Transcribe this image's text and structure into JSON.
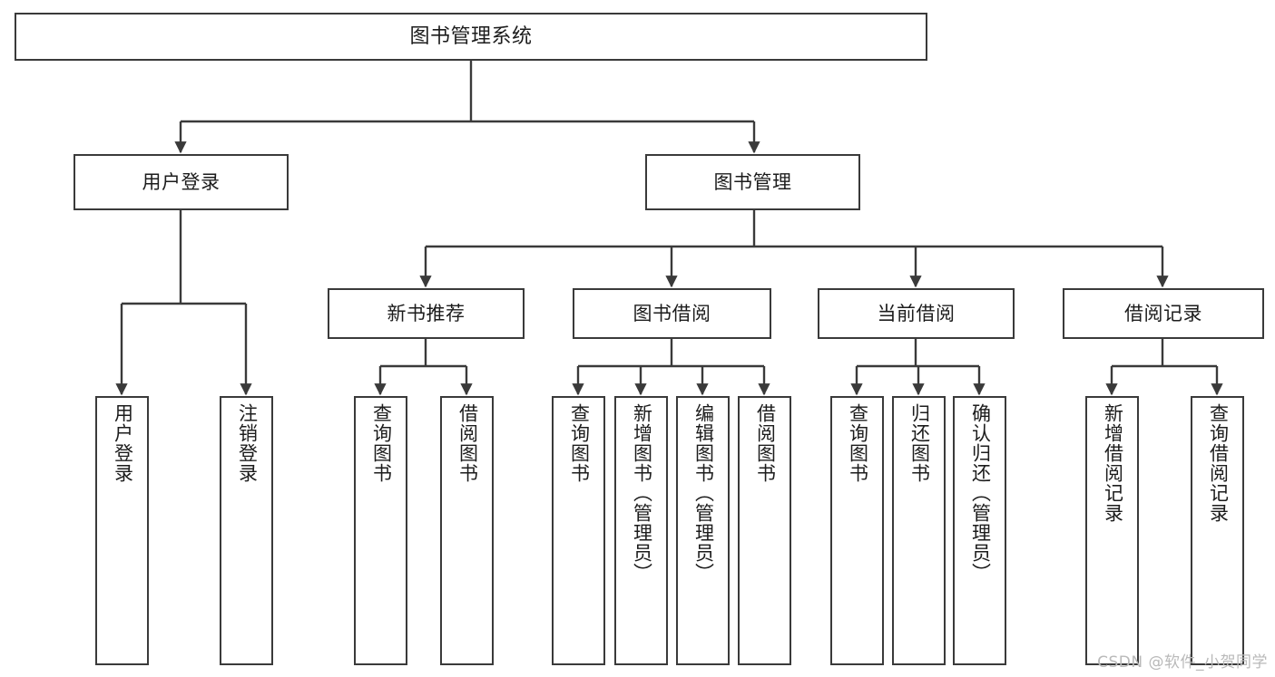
{
  "diagram": {
    "title": "图书管理系统",
    "watermark": "CSDN @软件_小贺同学",
    "edge_color": "#3a3a3a",
    "box_border_color": "#3a3a3a",
    "box_fill_color": "#ffffff",
    "background_color": "#ffffff"
  },
  "nodes": {
    "root": {
      "label": "图书管理系统"
    },
    "level2": [
      {
        "id": "user-login",
        "label": "用户登录"
      },
      {
        "id": "book-manage",
        "label": "图书管理"
      }
    ],
    "level3": [
      {
        "id": "new-book-recommend",
        "label": "新书推荐"
      },
      {
        "id": "book-borrow",
        "label": "图书借阅"
      },
      {
        "id": "current-borrow",
        "label": "当前借阅"
      },
      {
        "id": "borrow-record",
        "label": "借阅记录"
      }
    ],
    "leaves": {
      "user_login": [
        {
          "id": "leaf-user-login",
          "label": "用户登录"
        },
        {
          "id": "leaf-logout-login",
          "label": "注销登录"
        }
      ],
      "new_book_recommend": [
        {
          "id": "leaf-query-book-1",
          "label": "查询图书"
        },
        {
          "id": "leaf-borrow-book-1",
          "label": "借阅图书"
        }
      ],
      "book_borrow": [
        {
          "id": "leaf-query-book-2",
          "label": "查询图书"
        },
        {
          "id": "leaf-add-book",
          "label": "新增图书（管理员）"
        },
        {
          "id": "leaf-edit-book",
          "label": "编辑图书（管理员）"
        },
        {
          "id": "leaf-borrow-book-2",
          "label": "借阅图书"
        }
      ],
      "current_borrow": [
        {
          "id": "leaf-query-book-3",
          "label": "查询图书"
        },
        {
          "id": "leaf-return-book",
          "label": "归还图书"
        },
        {
          "id": "leaf-confirm-return",
          "label": "确认归还（管理员）"
        }
      ],
      "borrow_record": [
        {
          "id": "leaf-add-record",
          "label": "新增借阅记录"
        },
        {
          "id": "leaf-query-record",
          "label": "查询借阅记录"
        }
      ]
    }
  },
  "chart_data": {
    "type": "tree",
    "title": "图书管理系统",
    "orientation": "top-down",
    "tree": {
      "name": "图书管理系统",
      "children": [
        {
          "name": "用户登录",
          "children": [
            {
              "name": "用户登录"
            },
            {
              "name": "注销登录"
            }
          ]
        },
        {
          "name": "图书管理",
          "children": [
            {
              "name": "新书推荐",
              "children": [
                {
                  "name": "查询图书"
                },
                {
                  "name": "借阅图书"
                }
              ]
            },
            {
              "name": "图书借阅",
              "children": [
                {
                  "name": "查询图书"
                },
                {
                  "name": "新增图书（管理员）"
                },
                {
                  "name": "编辑图书（管理员）"
                },
                {
                  "name": "借阅图书"
                }
              ]
            },
            {
              "name": "当前借阅",
              "children": [
                {
                  "name": "查询图书"
                },
                {
                  "name": "归还图书"
                },
                {
                  "name": "确认归还（管理员）"
                }
              ]
            },
            {
              "name": "借阅记录",
              "children": [
                {
                  "name": "新增借阅记录"
                },
                {
                  "name": "查询借阅记录"
                }
              ]
            }
          ]
        }
      ]
    }
  }
}
